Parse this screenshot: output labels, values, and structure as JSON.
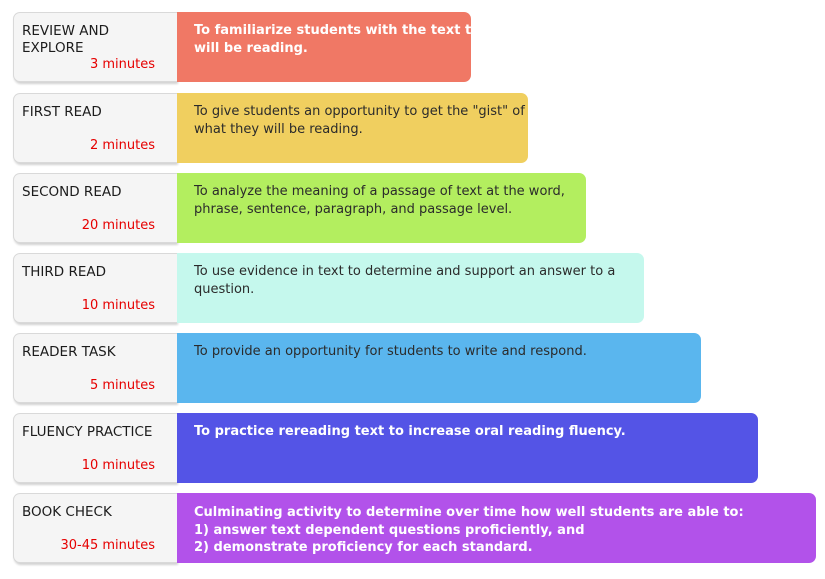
{
  "steps": [
    {
      "name": "REVIEW AND EXPLORE",
      "time": "3 minutes",
      "description": [
        "To familiarize students with the text they",
        "will be reading."
      ],
      "color": "#f07865"
    },
    {
      "name": "FIRST READ",
      "time": "2 minutes",
      "description": [
        "To give students an opportunity to get the \"gist\" of",
        "what they will be reading."
      ],
      "color": "#f0cf5f"
    },
    {
      "name": "SECOND READ",
      "time": "20 minutes",
      "description": [
        "To analyze the meaning of a passage of text at the word,",
        "phrase, sentence, paragraph, and passage level."
      ],
      "color": "#b3ee5f"
    },
    {
      "name": "THIRD READ",
      "time": "10 minutes",
      "description": [
        "To use evidence in text to determine and support an answer to a",
        "question."
      ],
      "color": "#c5f8ed"
    },
    {
      "name": "READER TASK",
      "time": "5 minutes",
      "description": [
        "To provide an opportunity for students to write and respond."
      ],
      "color": "#5ab6ee"
    },
    {
      "name": "FLUENCY PRACTICE",
      "time": "10 minutes",
      "description": [
        "To practice rereading text to increase oral reading fluency."
      ],
      "color": "#5454e6"
    },
    {
      "name": "BOOK CHECK",
      "time": "30-45 minutes",
      "description": [
        "Culminating activity to determine over time how well students are able to:",
        "1) answer text dependent questions proficiently, and",
        "2) demonstrate proficiency for each standard."
      ],
      "color": "#b252ea"
    }
  ]
}
